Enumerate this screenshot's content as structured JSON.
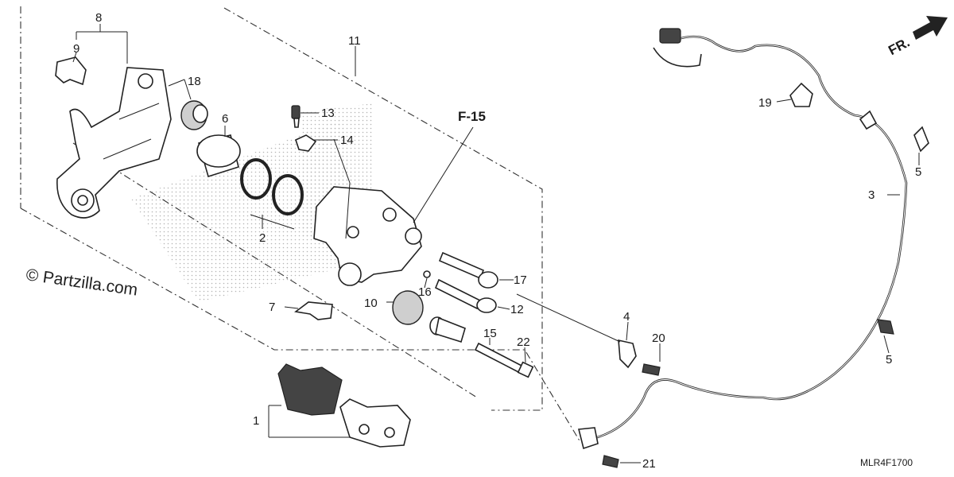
{
  "callouts": {
    "c1": "1",
    "c2": "2",
    "c3": "3",
    "c4": "4",
    "c5a": "5",
    "c5b": "5",
    "c6": "6",
    "c7": "7",
    "c8": "8",
    "c9": "9",
    "c10": "10",
    "c11": "11",
    "c12": "12",
    "c13": "13",
    "c14": "14",
    "c15": "15",
    "c16": "16",
    "c17": "17",
    "c18": "18",
    "c19": "19",
    "c20": "20",
    "c21": "21",
    "c22": "22"
  },
  "reference": "F-15",
  "direction_label": "FR.",
  "watermark": "© Partzilla.com",
  "diagram_code": "MLR4F1700"
}
